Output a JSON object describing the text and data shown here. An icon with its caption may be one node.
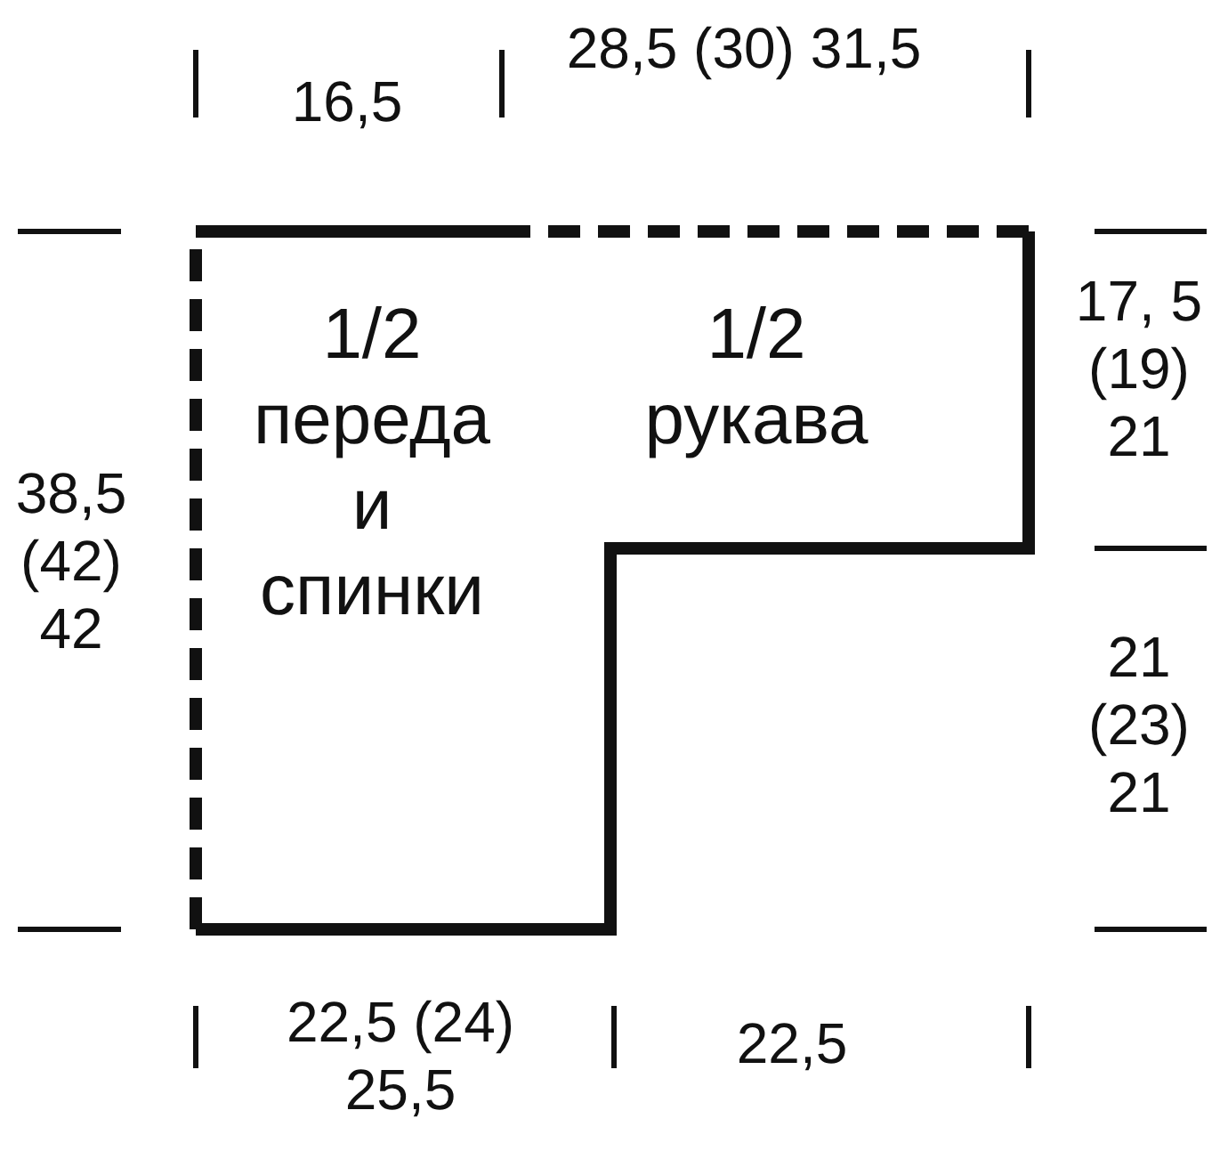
{
  "diagram": {
    "nodes": [
      {
        "text": [
          "1/2 переда и спинки",
          "1/2 рукава"
        ]
      }
    ],
    "edges": [],
    "labels": [
      "16,5",
      "28,5 (30) 31,5",
      "38,5 (42) 42",
      "17, 5 (19) 21",
      "21 (23) 21",
      "22,5 (24) 25,5",
      "22,5"
    ]
  }
}
